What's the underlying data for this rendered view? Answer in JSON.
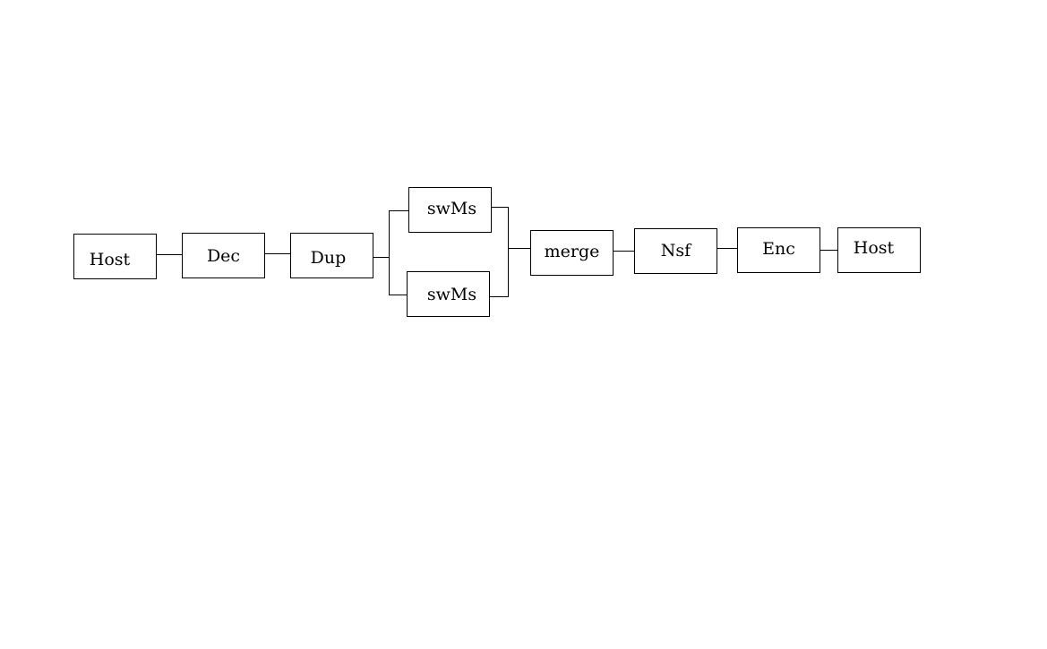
{
  "diagram": {
    "nodes": [
      {
        "id": "host-in",
        "label": "Host"
      },
      {
        "id": "dec",
        "label": "Dec"
      },
      {
        "id": "dup",
        "label": "Dup"
      },
      {
        "id": "swms-top",
        "label": "swMs"
      },
      {
        "id": "swms-bottom",
        "label": "swMs"
      },
      {
        "id": "merge",
        "label": "merge"
      },
      {
        "id": "nsf",
        "label": "Nsf"
      },
      {
        "id": "enc",
        "label": "Enc"
      },
      {
        "id": "host-out",
        "label": "Host"
      }
    ],
    "edges": [
      {
        "from": "host-in",
        "to": "dec"
      },
      {
        "from": "dec",
        "to": "dup"
      },
      {
        "from": "dup",
        "to": "swms-top"
      },
      {
        "from": "dup",
        "to": "swms-bottom"
      },
      {
        "from": "swms-top",
        "to": "merge"
      },
      {
        "from": "swms-bottom",
        "to": "merge"
      },
      {
        "from": "merge",
        "to": "nsf"
      },
      {
        "from": "nsf",
        "to": "enc"
      },
      {
        "from": "enc",
        "to": "host-out"
      }
    ]
  }
}
